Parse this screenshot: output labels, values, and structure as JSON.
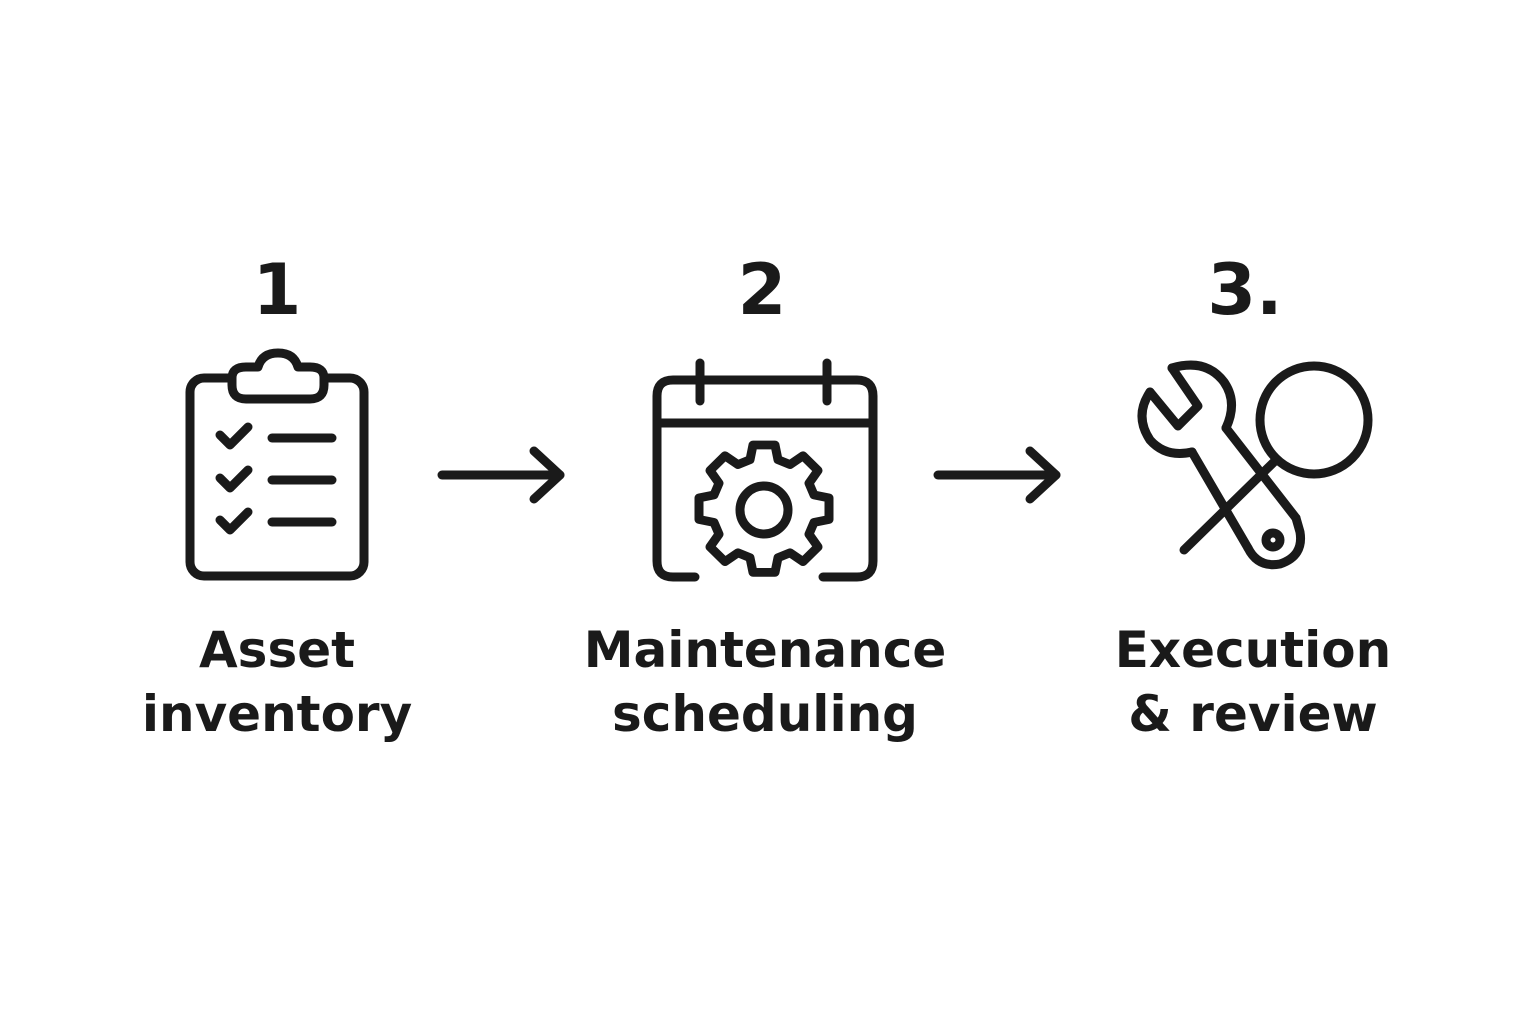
{
  "steps": [
    {
      "number": "1",
      "label_line1": "Asset",
      "label_line2": "inventory",
      "icon": "clipboard-checklist-icon"
    },
    {
      "number": "2",
      "label_line1": "Maintenance",
      "label_line2": "scheduling",
      "icon": "calendar-gear-icon"
    },
    {
      "number": "3.",
      "label_line1": "Execution",
      "label_line2": "& review",
      "icon": "wrench-magnifier-icon"
    }
  ],
  "connectors": [
    {
      "from": "1",
      "to": "2",
      "icon": "arrow-right-icon"
    },
    {
      "from": "2",
      "to": "3.",
      "icon": "arrow-right-icon"
    }
  ],
  "colors": {
    "background": "#ffffff",
    "foreground": "#1a1a1a"
  }
}
